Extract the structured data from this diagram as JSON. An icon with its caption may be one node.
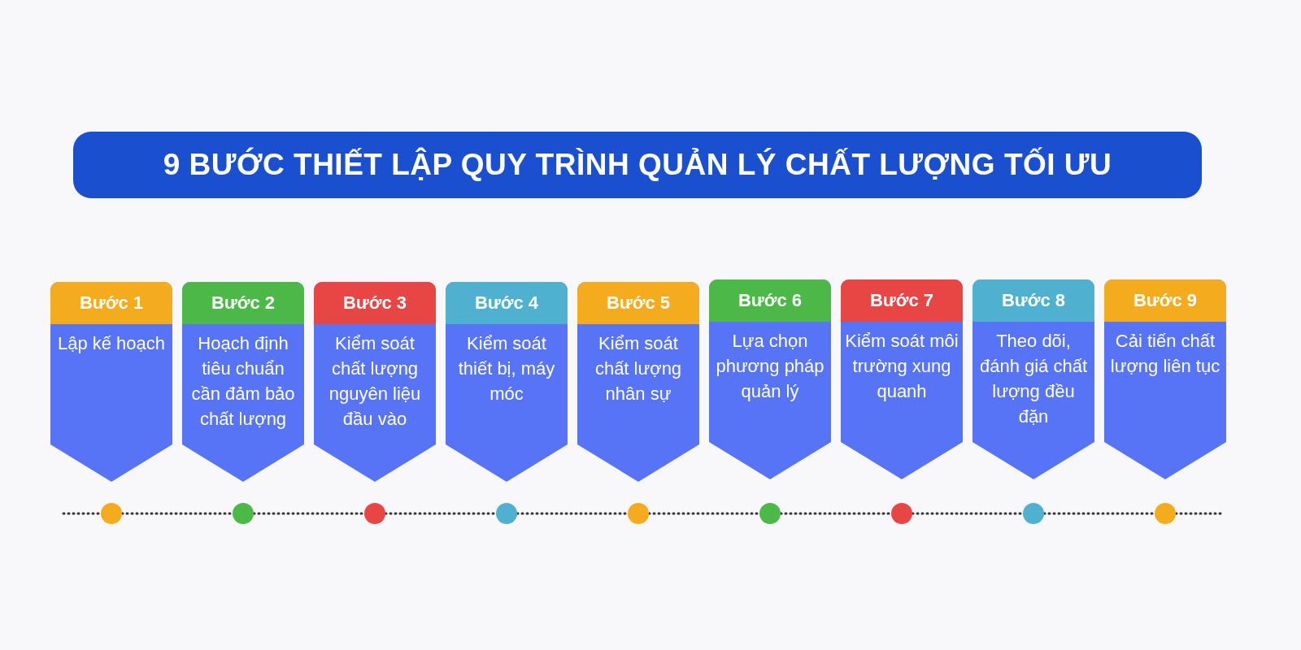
{
  "diagram": {
    "title": "9 BƯỚC THIẾT LẬP QUY TRÌNH QUẢN LÝ CHẤT LƯỢNG TỐI ƯU",
    "nodes": [
      {
        "text": [
          "Bước 1",
          "Lập kế hoạch"
        ]
      },
      {
        "text": [
          "Bước 2",
          "Hoạch định tiêu chuẩn cần đảm bảo chất lượng"
        ]
      },
      {
        "text": [
          "Bước 3",
          "Kiểm soát chất lượng nguyên liệu đầu vào"
        ]
      },
      {
        "text": [
          "Bước 4",
          "Kiểm soát thiết bị, máy móc"
        ]
      },
      {
        "text": [
          "Bước 5",
          "Kiểm soát chất lượng nhân sự"
        ]
      },
      {
        "text": [
          "Bước 6",
          "Lựa chọn phương pháp quản lý"
        ]
      },
      {
        "text": [
          "Bước 7",
          "Kiểm soát môi trường xung quanh"
        ]
      },
      {
        "text": [
          "Bước 8",
          "Theo dõi, đánh giá chất lượng đều đặn"
        ]
      },
      {
        "text": [
          "Bước 9",
          "Cải tiến chất lượng liên tục"
        ]
      }
    ],
    "edges": []
  }
}
